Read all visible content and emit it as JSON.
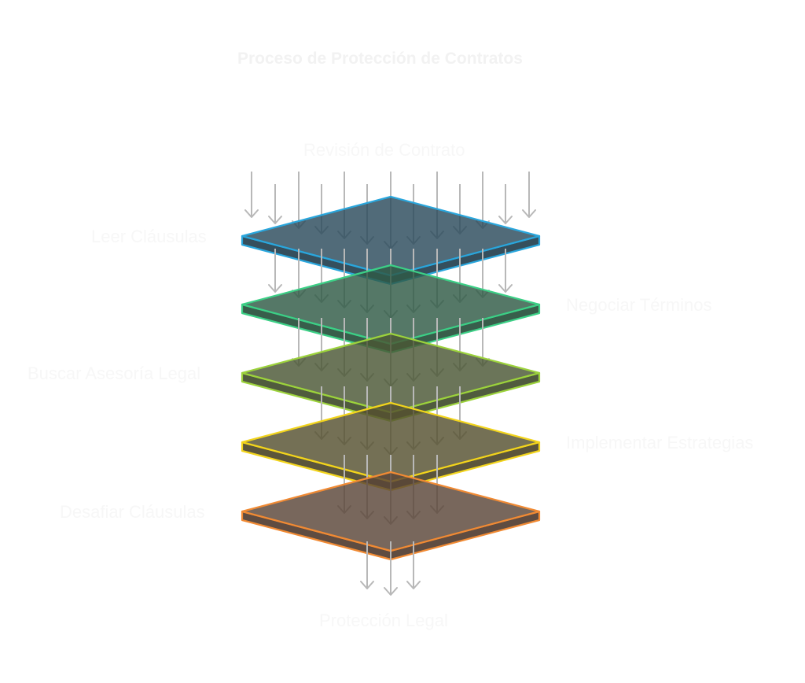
{
  "title": "Proceso de Protección de Contratos",
  "input_label": "Revisión de Contrato",
  "output_label": "Protección Legal",
  "layers": [
    {
      "label": "Leer Cláusulas",
      "side": "left",
      "stroke": "#2aa6dc",
      "fill": "#2b4b5b",
      "side_fill": "#24404f"
    },
    {
      "label": "Negociar Términos",
      "side": "right",
      "stroke": "#3ccf86",
      "fill": "#2f5a45",
      "side_fill": "#27503c"
    },
    {
      "label": "Buscar Asesoría Legal",
      "side": "left",
      "stroke": "#9cd23c",
      "fill": "#4a5735",
      "side_fill": "#414d2e"
    },
    {
      "label": "Implementar Estrategias",
      "side": "right",
      "stroke": "#f2d41c",
      "fill": "#565030",
      "side_fill": "#4d472a"
    },
    {
      "label": "Desafiar Cláusulas",
      "side": "left",
      "stroke": "#f08a34",
      "fill": "#5a4538",
      "side_fill": "#513d31"
    }
  ],
  "colors": {
    "arrow": "#b8b8b8",
    "text": "#f7f7f7"
  }
}
